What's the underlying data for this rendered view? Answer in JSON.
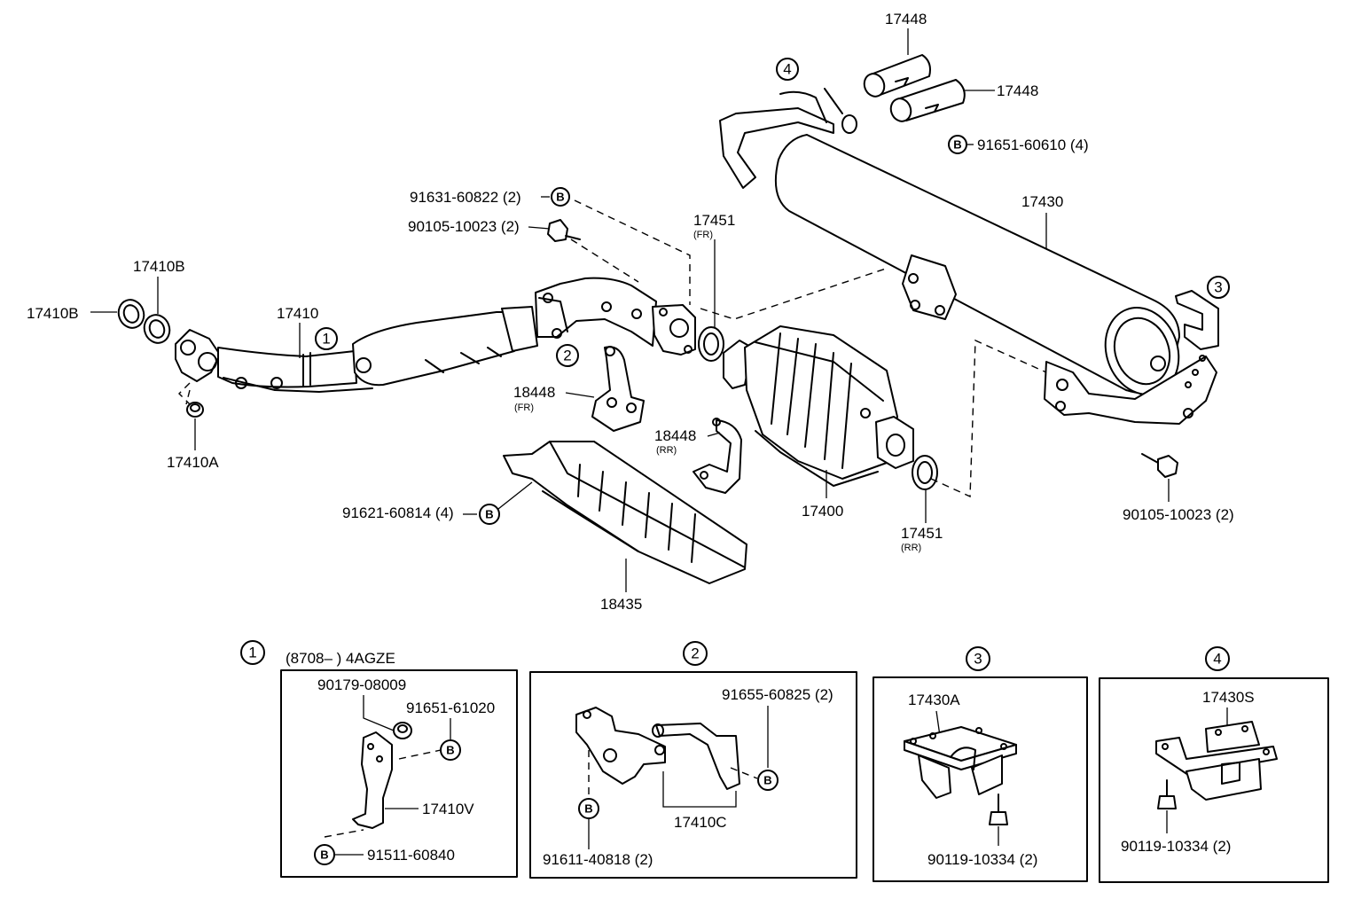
{
  "labels": {
    "p17448_top": "17448",
    "p17448_right": "17448",
    "p91651_60610": "91651-60610 (4)",
    "p17430": "17430",
    "p91631_60822": "91631-60822 (2)",
    "p90105_10023_top": "90105-10023 (2)",
    "p17451_fr": "17451",
    "p17451_fr_note": "(FR)",
    "p17410b_upper": "17410B",
    "p17410b_left": "17410B",
    "p17410": "17410",
    "p17410a": "17410A",
    "p18448_fr": "18448",
    "p18448_fr_note": "(FR)",
    "p18448_rr": "18448",
    "p18448_rr_note": "(RR)",
    "p91621_60814": "91621-60814 (4)",
    "p18435": "18435",
    "p17400": "17400",
    "p17451_rr": "17451",
    "p17451_rr_note": "(RR)",
    "p90105_10023_right": "90105-10023 (2)"
  },
  "callouts": {
    "c1": "1",
    "c2": "2",
    "c3": "3",
    "c4": "4",
    "bolt_marker": "B"
  },
  "details": {
    "d1": {
      "number": "1",
      "header": "(8708–       ) 4AGZE",
      "p90179": "90179-08009",
      "p91651_61020": "91651-61020",
      "p17410v": "17410V",
      "p91511": "91511-60840"
    },
    "d2": {
      "number": "2",
      "p91655": "91655-60825 (2)",
      "p17410c": "17410C",
      "p91611": "91611-40818 (2)"
    },
    "d3": {
      "number": "3",
      "p17430a": "17430A",
      "p90119": "90119-10334 (2)"
    },
    "d4": {
      "number": "4",
      "p17430s": "17430S",
      "p90119": "90119-10334 (2)"
    }
  }
}
